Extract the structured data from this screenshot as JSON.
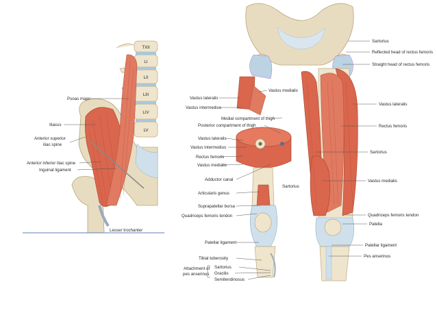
{
  "left_panel": {
    "vertebra_labels": [
      "TXII",
      "LI",
      "LII",
      "LIII",
      "LIV",
      "LV"
    ],
    "labels": {
      "psoas_major": "Psoas major",
      "iliacus": "Iliacus",
      "asis": "Anterior superior\niliac spine",
      "aiis": "Anterior inferior iliac spine",
      "inguinal_ligament": "Inguinal ligament",
      "lesser_trochanter": "Lesser trochanter"
    }
  },
  "right_panel": {
    "labels_left": {
      "vastus_lateralis": "Vastus lateralis",
      "vastus_intermedius": "Vastus intermedius",
      "vastus_medialis_top": "Vastus medialis",
      "medial_compartment": "Medial compartment of thigh",
      "posterior_compartment": "Posterior compartment of thigh",
      "vastus_lateralis_2": "Vastus lateralis",
      "vastus_intermedius_2": "Vastus intermedius",
      "rectus_femoris": "Rectus femoris",
      "vastus_medialis_2": "Vastus medialis",
      "adductor_canal": "Adductor canal",
      "sartorius_cut": "Sartorius",
      "articularis_genus": "Articularis genus",
      "suprapatellar_bursa": "Suprapatellar bursa",
      "quadriceps_tendon": "Quadriceps femoris tendon",
      "patellar_ligament": "Patellar ligament",
      "tibial_tuberosity": "Tibial tuberosity",
      "attachment_pes": "Attachment of\npes anserinus",
      "sartorius": "Sartorius",
      "gracilis": "Gracilis",
      "semitendinosus": "Semitendinosus"
    },
    "labels_right": {
      "sartorius": "Sartorius",
      "reflected_head": "Reflected head of rectus femoris",
      "straight_head": "Straight head of rectus femoris",
      "vastus_lateralis": "Vastus lateralis",
      "rectus_femoris": "Rectus femoris",
      "sartorius_2": "Sartorius",
      "vastus_medialis": "Vastus medialis",
      "quadriceps_tendon": "Quadriceps femoris tendon",
      "patella": "Patella",
      "patellar_ligament": "Patellar ligament",
      "pes_anserinus": "Pes anserinus"
    }
  }
}
